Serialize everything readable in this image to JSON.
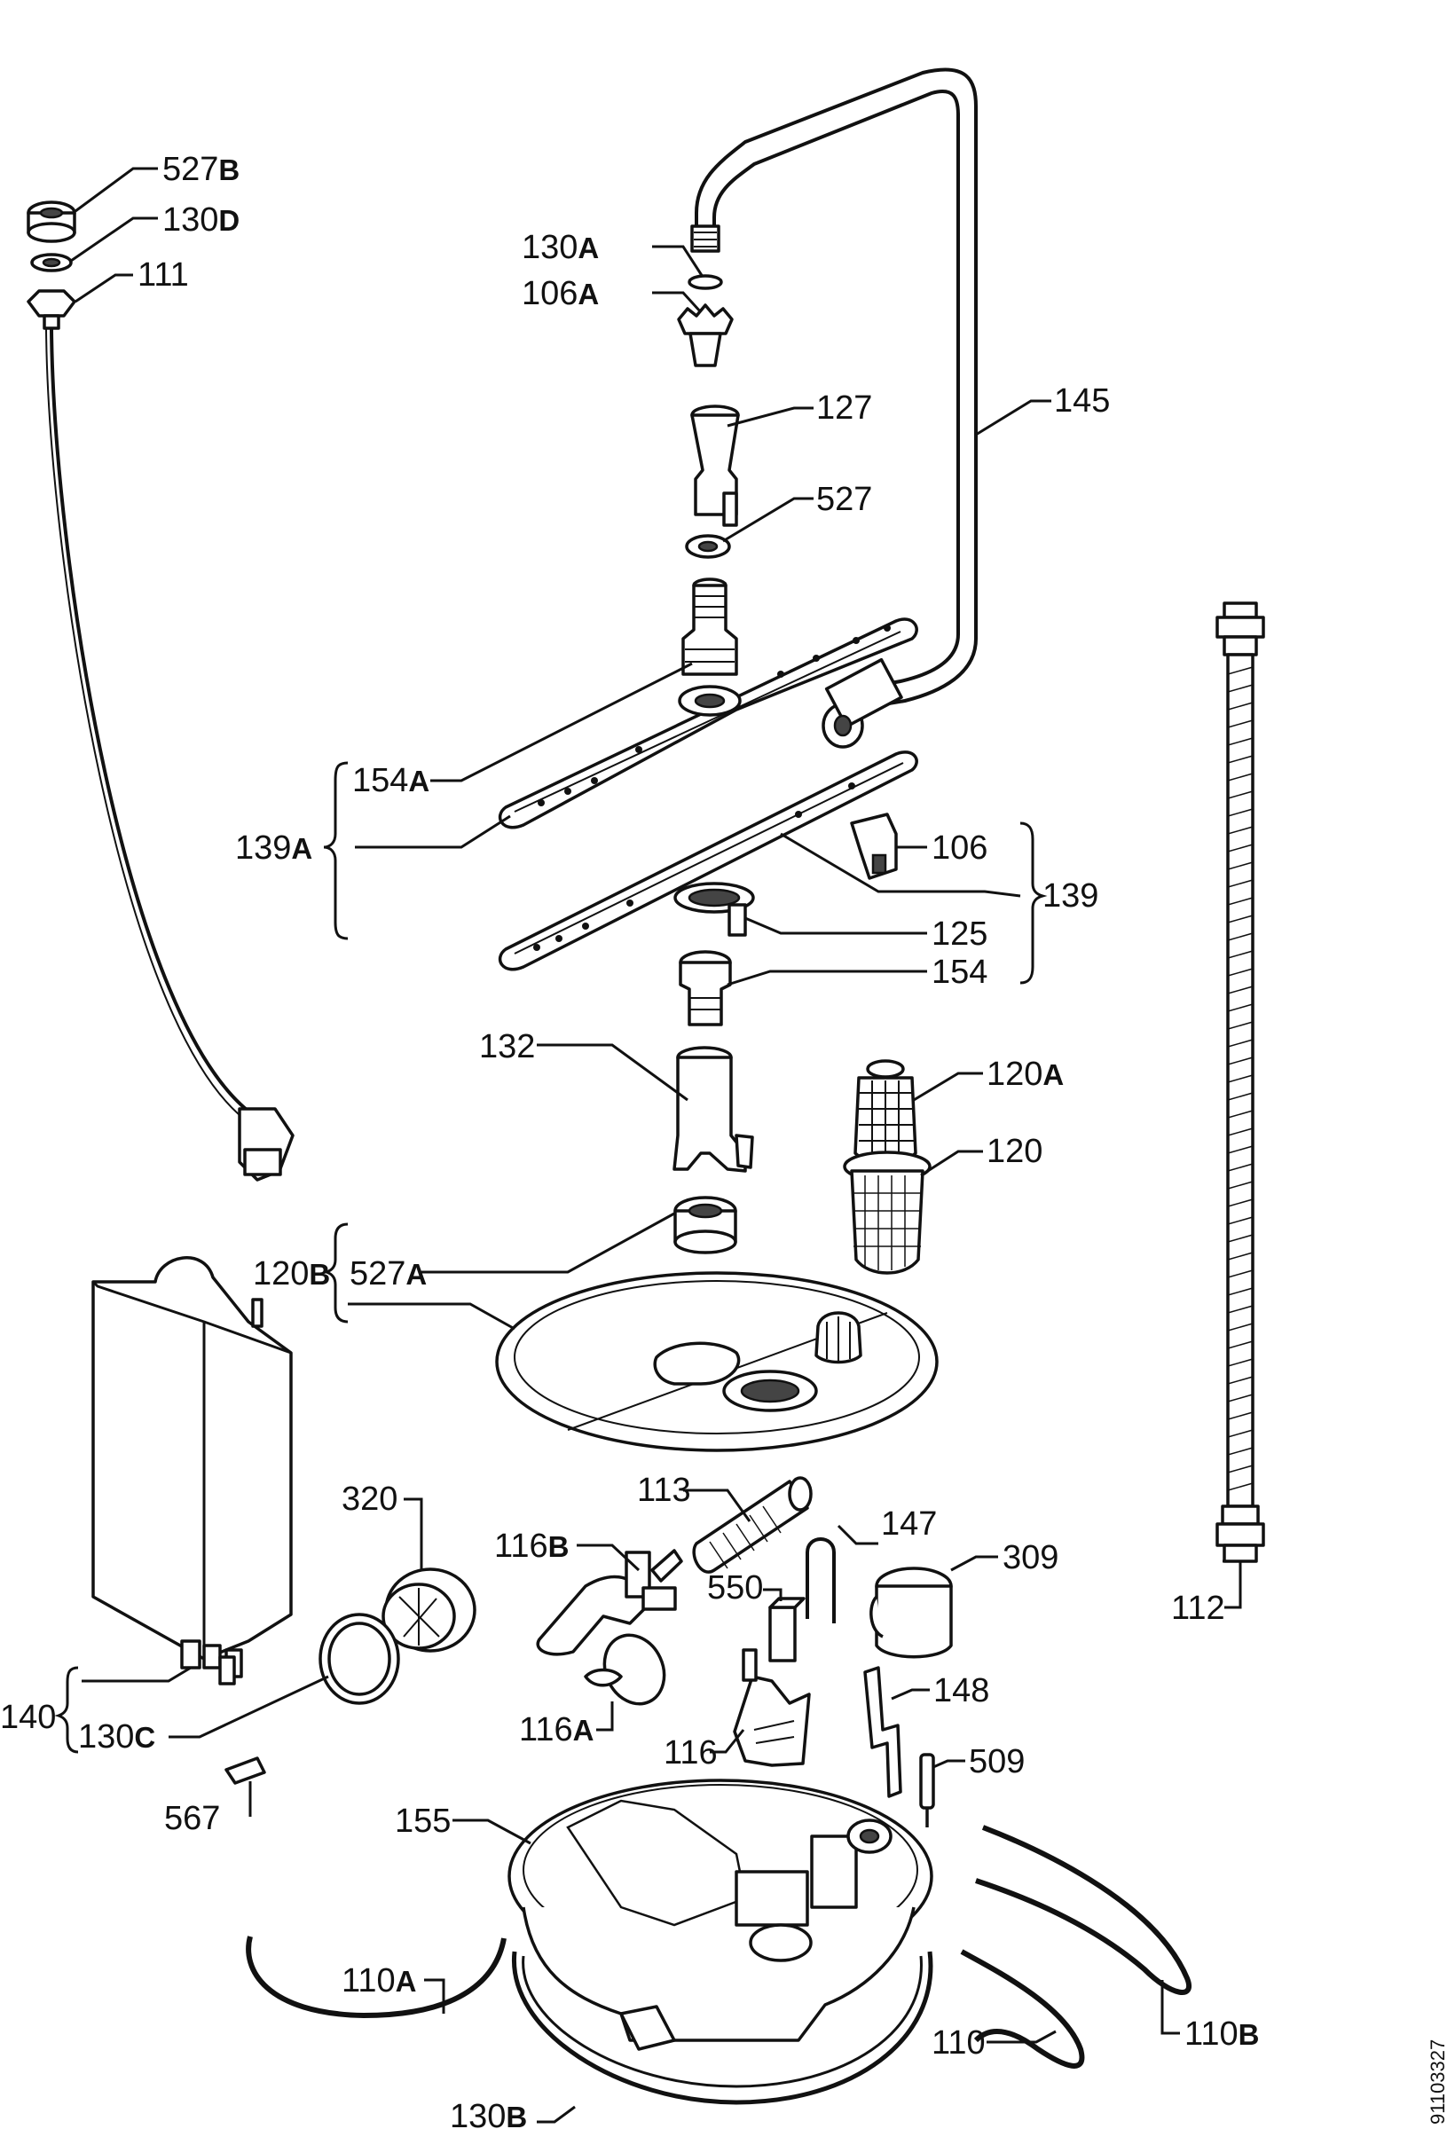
{
  "labels": {
    "l527B": {
      "num": "527",
      "suf": "B"
    },
    "l130D": {
      "num": "130",
      "suf": "D"
    },
    "l111": {
      "num": "111",
      "suf": ""
    },
    "l130A": {
      "num": "130",
      "suf": "A"
    },
    "l106A": {
      "num": "106",
      "suf": "A"
    },
    "l127": {
      "num": "127",
      "suf": ""
    },
    "l145": {
      "num": "145",
      "suf": ""
    },
    "l527": {
      "num": "527",
      "suf": ""
    },
    "l154A": {
      "num": "154",
      "suf": "A"
    },
    "l139A": {
      "num": "139",
      "suf": "A"
    },
    "l106": {
      "num": "106",
      "suf": ""
    },
    "l139": {
      "num": "139",
      "suf": ""
    },
    "l125": {
      "num": "125",
      "suf": ""
    },
    "l154": {
      "num": "154",
      "suf": ""
    },
    "l132": {
      "num": "132",
      "suf": ""
    },
    "l120A": {
      "num": "120",
      "suf": "A"
    },
    "l120": {
      "num": "120",
      "suf": ""
    },
    "l120B": {
      "num": "120",
      "suf": "B"
    },
    "l527A": {
      "num": "527",
      "suf": "A"
    },
    "l320": {
      "num": "320",
      "suf": ""
    },
    "l113": {
      "num": "113",
      "suf": ""
    },
    "l116B": {
      "num": "116",
      "suf": "B"
    },
    "l147": {
      "num": "147",
      "suf": ""
    },
    "l309": {
      "num": "309",
      "suf": ""
    },
    "l550": {
      "num": "550",
      "suf": ""
    },
    "l112": {
      "num": "112",
      "suf": ""
    },
    "l140": {
      "num": "140",
      "suf": ""
    },
    "l130C": {
      "num": "130",
      "suf": "C"
    },
    "l116A": {
      "num": "116",
      "suf": "A"
    },
    "l116": {
      "num": "116",
      "suf": ""
    },
    "l148": {
      "num": "148",
      "suf": ""
    },
    "l509": {
      "num": "509",
      "suf": ""
    },
    "l567": {
      "num": "567",
      "suf": ""
    },
    "l155": {
      "num": "155",
      "suf": ""
    },
    "l110A": {
      "num": "110",
      "suf": "A"
    },
    "l110B": {
      "num": "110",
      "suf": "B"
    },
    "l110": {
      "num": "110",
      "suf": ""
    },
    "l130B": {
      "num": "130",
      "suf": "B"
    }
  },
  "reference_number": "91103327"
}
